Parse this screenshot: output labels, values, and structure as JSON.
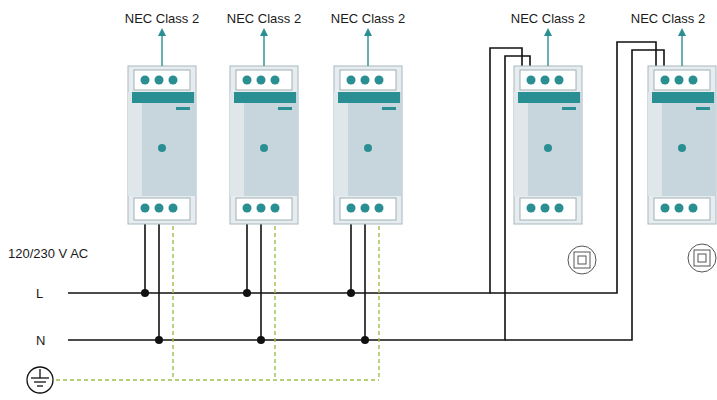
{
  "diagram": {
    "labels": [
      "NEC Class 2",
      "NEC Class 2",
      "NEC Class 2",
      "NEC Class 2",
      "NEC Class 2",
      "120/230 V AC",
      "L",
      "N"
    ]
  }
}
